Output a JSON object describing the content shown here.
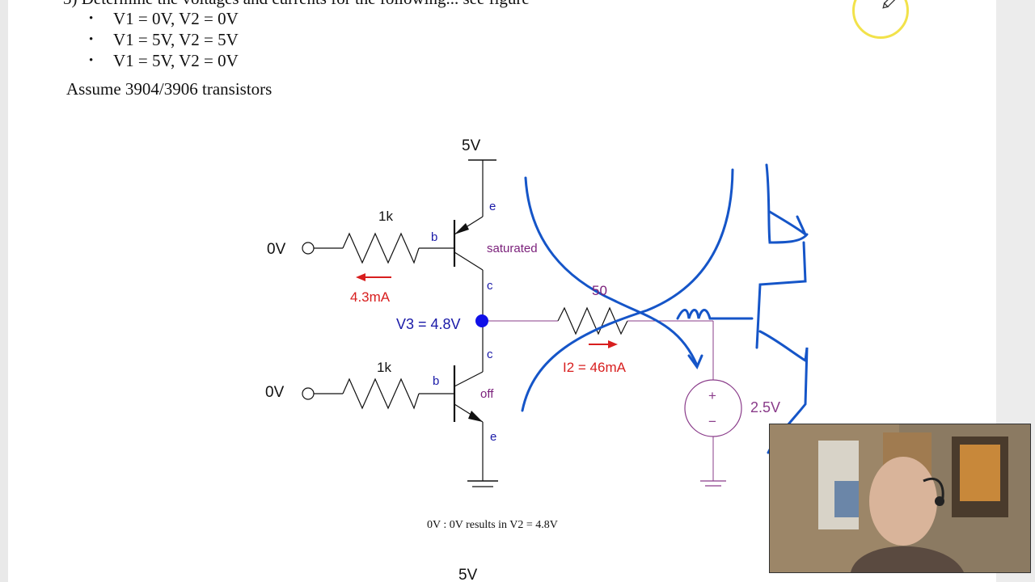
{
  "document": {
    "top_cutoff_line": "3) Determine the voltages and currents for the following... see figure",
    "bullets": [
      "V1 = 0V, V2 = 0V",
      "V1 = 5V, V2 = 5V",
      "V1 = 5V, V2 = 0V"
    ],
    "assumption": "Assume 3904/3906 transistors",
    "caption": "0V : 0V results in V2 = 4.8V",
    "bottom_label": "5V"
  },
  "circuit": {
    "supply_label": "5V",
    "upper_input_label": "0V",
    "lower_input_label": "0V",
    "upper_resistor": "1k",
    "lower_resistor": "1k",
    "upper_current": "4.3mA",
    "node_voltage": "V3 = 4.8V",
    "upper_state": "saturated",
    "lower_state": "off",
    "pin_b_upper": "b",
    "pin_e_upper": "e",
    "pin_c_upper": "c",
    "pin_c_lower": "c",
    "pin_b_lower": "b",
    "pin_e_lower": "e",
    "load_resistor": "50",
    "load_current": "I2 = 46mA",
    "source_voltage": "2.5V",
    "source_plus": "+",
    "source_minus": "−"
  },
  "colors": {
    "pin_label": "#1a1aa8",
    "state_label": "#7a1f7a",
    "current_red": "#d81e1e",
    "node_dot": "#1010e8",
    "source_purple": "#8a3c8a",
    "ink_blue": "#1555c8",
    "wire": "#111111",
    "cursor_ring": "#f2e24a"
  },
  "icons": {
    "cursor": "pen-cursor-icon"
  }
}
